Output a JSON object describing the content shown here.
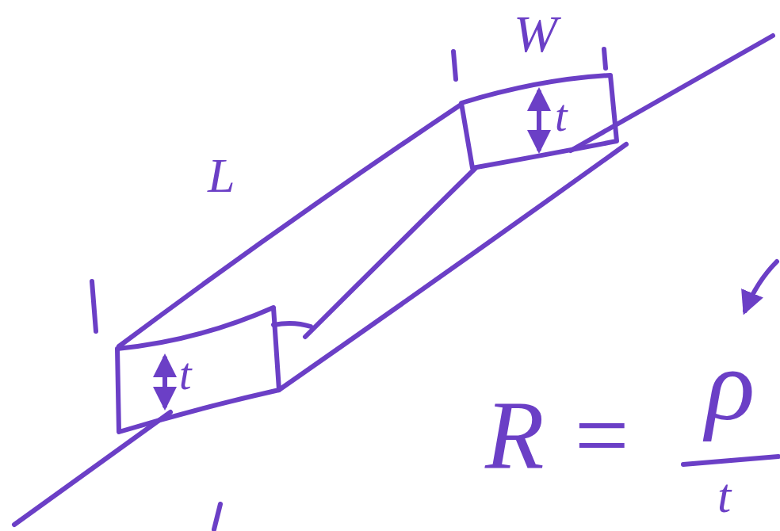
{
  "diagram": {
    "labels": [
      "W",
      "L",
      "t",
      "t",
      "R =",
      "ρ",
      "t"
    ]
  }
}
